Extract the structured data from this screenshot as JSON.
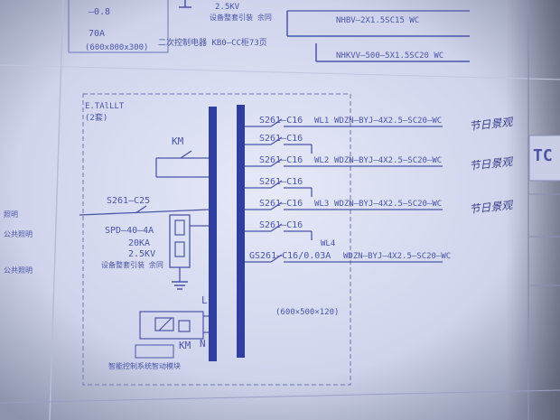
{
  "top_block": {
    "line1": "—0.8",
    "line2": "70A",
    "line3": "(600x800x300)",
    "kv_note": "2.5KV",
    "cn_note": "设备整套引装 余同",
    "cabinet_note": "二次控制电器 KB0—CC柜73页",
    "cable1": "NHBV—2X1.5SC15 WC",
    "cable2": "NHKVV—500—5X1.5SC20 WC"
  },
  "panel": {
    "code": "E.TAlLLT",
    "sub": "(2套)",
    "km_top": "KM",
    "main_breaker": "S261—C25",
    "spd": "SPD—40—4A",
    "spd_a": "20KA",
    "spd_kv": "2.5KV",
    "spd_note": "设备整套引装 余同",
    "bus_l": "L",
    "bus_n": "N",
    "km_bottom": "KM",
    "control_note": "智能控制系统智动模块",
    "box_size": "(600×500×120)"
  },
  "circuits": [
    {
      "breaker": "S261—C16",
      "wl": "WL1",
      "cable": "WDZN—BYJ—4X2.5—SC20—WC",
      "hand": "节日景观"
    },
    {
      "breaker": "S261—C16",
      "wl": "",
      "cable": "",
      "hand": ""
    },
    {
      "breaker": "S261—C16",
      "wl": "WL2",
      "cable": "WDZN—BYJ—4X2.5—SC20—WC",
      "hand": "节日景观"
    },
    {
      "breaker": "S261—C16",
      "wl": "",
      "cable": "",
      "hand": ""
    },
    {
      "breaker": "S261—C16",
      "wl": "WL3",
      "cable": "WDZN—BYJ—4X2.5—SC20—WC",
      "hand": "节日景观"
    },
    {
      "breaker": "S261—C16",
      "wl": "",
      "cable": "",
      "hand": ""
    },
    {
      "breaker": "GS261—C16/0.03A",
      "wl": "WL4",
      "cable": "WDZN—BYJ—4X2.5—SC20—WC",
      "hand": ""
    }
  ],
  "left_margin": [
    "照明",
    "公共照明",
    "公共照明"
  ],
  "right_edge": "TC",
  "colors": {
    "ink": "#4a55a8",
    "paper": "#dfe3f5",
    "bus": "#2f3fa0"
  }
}
